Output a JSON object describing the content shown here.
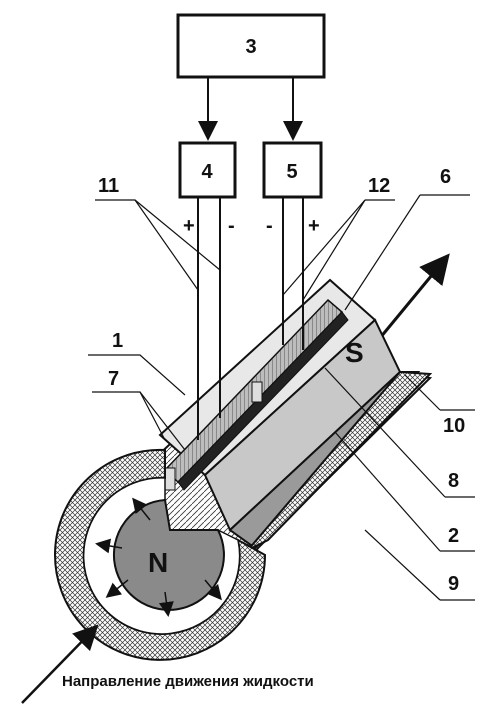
{
  "blocks": {
    "b3": "3",
    "b4": "4",
    "b5": "5"
  },
  "polarity": {
    "b4_left": "+",
    "b4_right": "-",
    "b5_left": "-",
    "b5_right": "+"
  },
  "labels": {
    "l1": "1",
    "l2": "2",
    "l6": "6",
    "l7": "7",
    "l8": "8",
    "l9": "9",
    "l10": "10",
    "l11": "11",
    "l12": "12"
  },
  "poles": {
    "north": "N",
    "south": "S"
  },
  "caption": "Направление движения жидкости"
}
